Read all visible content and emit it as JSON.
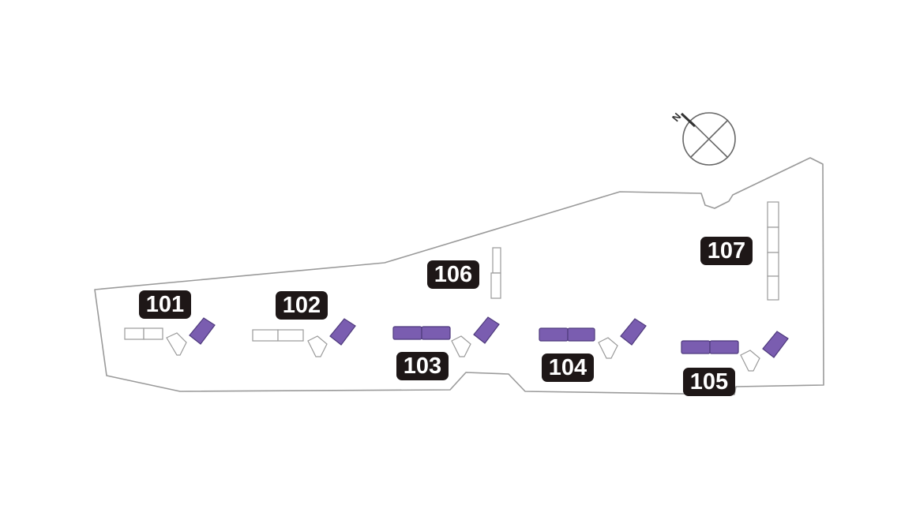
{
  "colors": {
    "outline": "#9a9a9a",
    "highlight_fill": "#7a5db0",
    "highlight_stroke": "#4e3a7c",
    "badge_bg": "#1e1717",
    "badge_text": "#ffffff",
    "compass_stroke": "#666666"
  },
  "compass": {
    "icon": "north-compass-icon",
    "letter": "N"
  },
  "buildings": [
    {
      "label": "101",
      "highlighted_row": false,
      "highlighted_tower": true
    },
    {
      "label": "102",
      "highlighted_row": false,
      "highlighted_tower": true
    },
    {
      "label": "103",
      "highlighted_row": true,
      "highlighted_tower": true
    },
    {
      "label": "104",
      "highlighted_row": true,
      "highlighted_tower": true
    },
    {
      "label": "105",
      "highlighted_row": true,
      "highlighted_tower": true
    },
    {
      "label": "106",
      "highlighted_row": false,
      "highlighted_tower": false
    },
    {
      "label": "107",
      "highlighted_row": false,
      "highlighted_tower": false
    }
  ]
}
